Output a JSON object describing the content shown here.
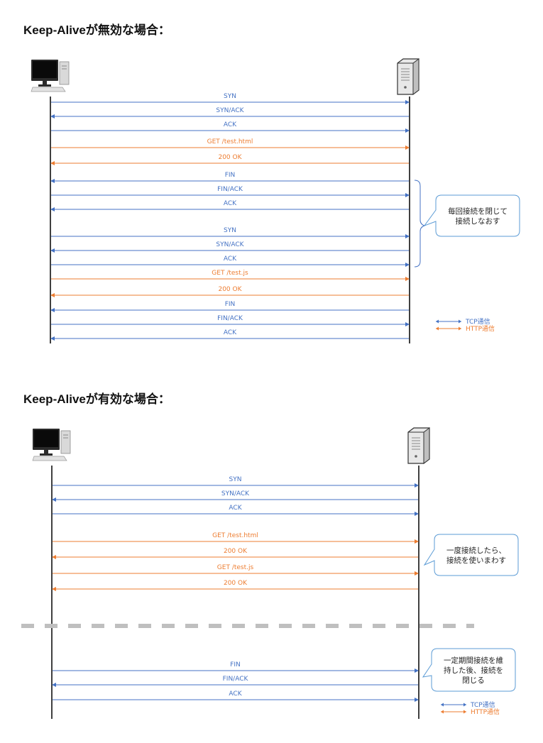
{
  "colors": {
    "tcp": "#4472c4",
    "http": "#ed7d31",
    "bubble_border": "#5b9bd5",
    "separator": "#bfbfbf"
  },
  "section1": {
    "title": "Keep-Aliveが無効な場合：",
    "messages": [
      {
        "label": "SYN",
        "dir": "right",
        "type": "tcp"
      },
      {
        "label": "SYN/ACK",
        "dir": "left",
        "type": "tcp"
      },
      {
        "label": "ACK",
        "dir": "right",
        "type": "tcp"
      },
      {
        "label": "GET /test.html",
        "dir": "right",
        "type": "http"
      },
      {
        "label": "200 OK",
        "dir": "left",
        "type": "http"
      },
      {
        "label": "FIN",
        "dir": "left",
        "type": "tcp"
      },
      {
        "label": "FIN/ACK",
        "dir": "right",
        "type": "tcp"
      },
      {
        "label": "ACK",
        "dir": "left",
        "type": "tcp"
      },
      {
        "label": "SYN",
        "dir": "right",
        "type": "tcp"
      },
      {
        "label": "SYN/ACK",
        "dir": "left",
        "type": "tcp"
      },
      {
        "label": "ACK",
        "dir": "right",
        "type": "tcp"
      },
      {
        "label": "GET /test.js",
        "dir": "right",
        "type": "http"
      },
      {
        "label": "200 OK",
        "dir": "left",
        "type": "http"
      },
      {
        "label": "FIN",
        "dir": "left",
        "type": "tcp"
      },
      {
        "label": "FIN/ACK",
        "dir": "right",
        "type": "tcp"
      },
      {
        "label": "ACK",
        "dir": "left",
        "type": "tcp"
      }
    ],
    "note": [
      "毎回接続を閉じて",
      "接続しなおす"
    ]
  },
  "section2": {
    "title": "Keep-Aliveが有効な場合：",
    "messages_before": [
      {
        "label": "SYN",
        "dir": "right",
        "type": "tcp"
      },
      {
        "label": "SYN/ACK",
        "dir": "left",
        "type": "tcp"
      },
      {
        "label": "ACK",
        "dir": "right",
        "type": "tcp"
      },
      {
        "label": "GET /test.html",
        "dir": "right",
        "type": "http"
      },
      {
        "label": "200 OK",
        "dir": "left",
        "type": "http"
      },
      {
        "label": "GET /test.js",
        "dir": "right",
        "type": "http"
      },
      {
        "label": "200 OK",
        "dir": "left",
        "type": "http"
      }
    ],
    "messages_after": [
      {
        "label": "FIN",
        "dir": "right",
        "type": "tcp"
      },
      {
        "label": "FIN/ACK",
        "dir": "left",
        "type": "tcp"
      },
      {
        "label": "ACK",
        "dir": "right",
        "type": "tcp"
      }
    ],
    "note1": [
      "一度接続したら、",
      "接続を使いまわす"
    ],
    "note2": [
      "一定期間接続を維",
      "持した後、接続を",
      "閉じる"
    ]
  },
  "legend": {
    "tcp": "TCP通信",
    "http": "HTTP通信"
  }
}
